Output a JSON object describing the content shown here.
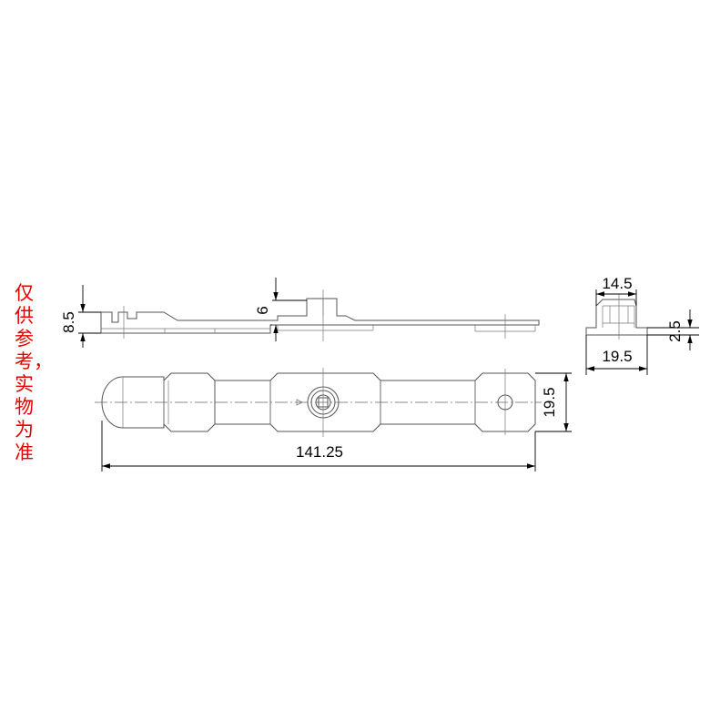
{
  "note": "仅供参考，实物为准",
  "dimensions": {
    "side_height": "8.5",
    "boss_height": "6",
    "total_length": "141.25",
    "width": "19.5",
    "end_top_width": "14.5",
    "end_bottom_width": "19.5",
    "end_thickness": "2.5"
  },
  "colors": {
    "note_text": "#e60000",
    "linework": "#555555",
    "dimension": "#000000"
  }
}
